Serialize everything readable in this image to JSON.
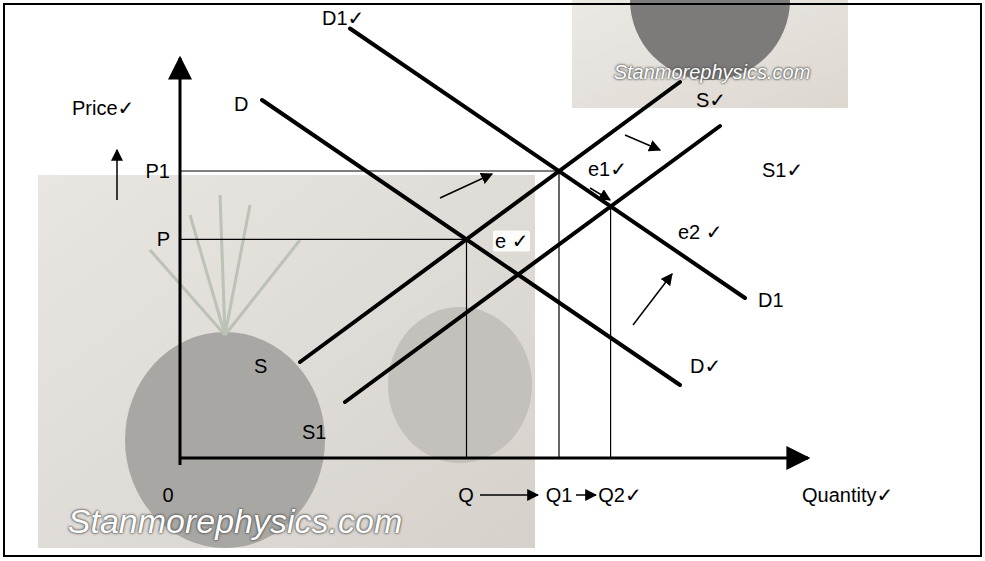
{
  "diagram": {
    "labels": [
      "Stanmorephysics.com",
      "D1✓",
      "Price✓",
      "D",
      "S✓",
      "P1",
      "e1✓",
      "S1✓",
      "P",
      "e ✓",
      "e2 ✓",
      "D1",
      "D✓",
      "S",
      "S1",
      "0",
      "Q",
      "Q1",
      "Q2✓",
      "Quantity✓",
      "Stanmorephysics.com"
    ]
  }
}
